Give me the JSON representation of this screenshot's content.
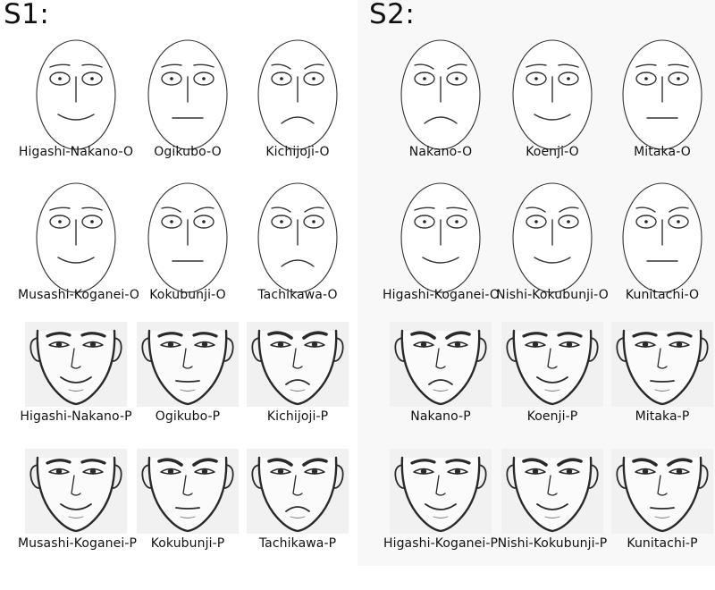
{
  "panels": [
    {
      "label": "S1:"
    },
    {
      "label": "S2:"
    }
  ],
  "faces": [
    {
      "caption": "Higashi-Nakano-O",
      "kind": "O",
      "brow": "neutral",
      "mouth": "smile"
    },
    {
      "caption": "Ogikubo-O",
      "kind": "O",
      "brow": "neutral",
      "mouth": "flat"
    },
    {
      "caption": "Kichijoji-O",
      "kind": "O",
      "brow": "angry",
      "mouth": "frown"
    },
    {
      "caption": "Nakano-O",
      "kind": "O",
      "brow": "angry",
      "mouth": "frown"
    },
    {
      "caption": "Koenji-O",
      "kind": "O",
      "brow": "neutral",
      "mouth": "smile"
    },
    {
      "caption": "Mitaka-O",
      "kind": "O",
      "brow": "neutral",
      "mouth": "flat"
    },
    {
      "caption": "Musashi-Koganei-O",
      "kind": "O",
      "brow": "neutral",
      "mouth": "smile"
    },
    {
      "caption": "Kokubunji-O",
      "kind": "O",
      "brow": "angry",
      "mouth": "flat"
    },
    {
      "caption": "Tachikawa-O",
      "kind": "O",
      "brow": "angry",
      "mouth": "frown"
    },
    {
      "caption": "Higashi-Koganei-O",
      "kind": "O",
      "brow": "neutral",
      "mouth": "smile"
    },
    {
      "caption": "Nishi-Kokubunji-O",
      "kind": "O",
      "brow": "angry",
      "mouth": "smile"
    },
    {
      "caption": "Kunitachi-O",
      "kind": "O",
      "brow": "angry",
      "mouth": "flat"
    },
    {
      "caption": "Higashi-Nakano-P",
      "kind": "P",
      "brow": "neutral",
      "mouth": "smile"
    },
    {
      "caption": "Ogikubo-P",
      "kind": "P",
      "brow": "neutral",
      "mouth": "flat"
    },
    {
      "caption": "Kichijoji-P",
      "kind": "P",
      "brow": "angry",
      "mouth": "frown"
    },
    {
      "caption": "Nakano-P",
      "kind": "P",
      "brow": "angry",
      "mouth": "frown"
    },
    {
      "caption": "Koenji-P",
      "kind": "P",
      "brow": "neutral",
      "mouth": "smile"
    },
    {
      "caption": "Mitaka-P",
      "kind": "P",
      "brow": "neutral",
      "mouth": "flat"
    },
    {
      "caption": "Musashi-Koganei-P",
      "kind": "P",
      "brow": "neutral",
      "mouth": "smile"
    },
    {
      "caption": "Kokubunji-P",
      "kind": "P",
      "brow": "angry",
      "mouth": "flat"
    },
    {
      "caption": "Tachikawa-P",
      "kind": "P",
      "brow": "angry",
      "mouth": "frown"
    },
    {
      "caption": "Higashi-Koganei-P",
      "kind": "P",
      "brow": "neutral",
      "mouth": "smile"
    },
    {
      "caption": "Nishi-Kokubunji-P",
      "kind": "P",
      "brow": "angry",
      "mouth": "smile"
    },
    {
      "caption": "Kunitachi-P",
      "kind": "P",
      "brow": "angry",
      "mouth": "flat"
    }
  ]
}
